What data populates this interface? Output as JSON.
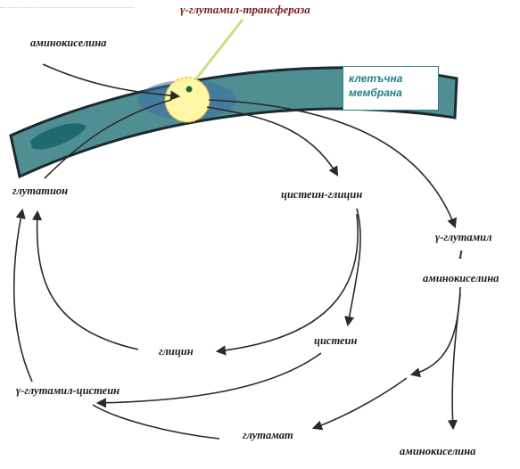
{
  "enzyme": "γ-глутамил-трансфераза",
  "membrane_label": "клетъчна мембрана",
  "labels": {
    "aminoacid_in": "аминокиселина",
    "glutathione": "глутатион",
    "cysteinylglycine": "цистеин-глицин",
    "gamma_glutamyl": "γ-глутамил",
    "dash": "I",
    "aminoacid_mid": "аминокиселина",
    "glycine": "глицин",
    "cysteine": "цистеин",
    "gamma_glutamylcysteine": "γ-глутамил-цистеин",
    "glutamate": "глутамат",
    "aminoacid_out": "аминокиселина"
  },
  "colors": {
    "membrane": "#4f8f93",
    "membrane_edge": "#1c2a2d",
    "membrane_blue": "#1f4f8a",
    "enzyme_circle": "#fff7a6",
    "enzyme_circle_edge": "#f0b040",
    "enzyme_pointer": "#c8e07a",
    "enzyme_text": "#7a1a1a",
    "arrows": "#2a2a2a",
    "membrane_text": "#1f7f8a"
  }
}
